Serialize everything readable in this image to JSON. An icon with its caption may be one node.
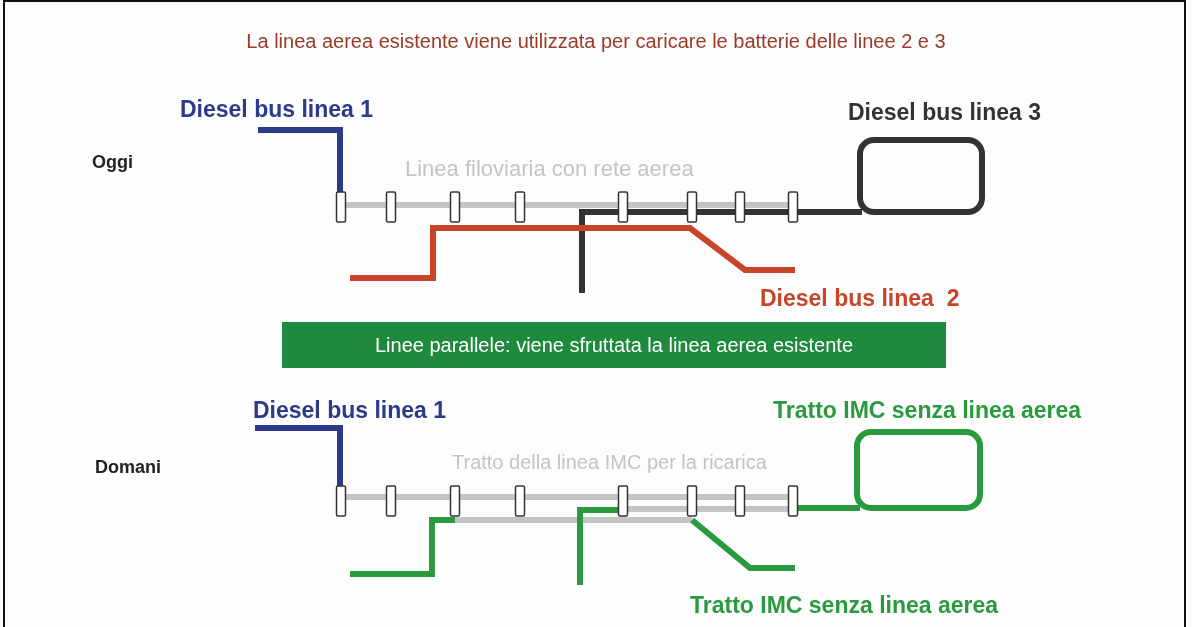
{
  "diagram": {
    "title": "La linea aerea esistente viene utilizzata per caricare le batterie delle linee 2 e 3",
    "nodes": [
      {
        "text": [
          "Linee parallele: viene sfruttata la linea aerea esistente"
        ]
      }
    ],
    "labels": [
      "Diesel bus linea 1",
      "Diesel bus linea 3",
      "Oggi",
      "Linea filoviaria con rete aerea",
      "Diesel bus linea  2",
      "Diesel bus linea 1",
      "Tratto IMC senza linea aerea",
      "Domani",
      "Tratto della linea IMC per la ricarica",
      "Tratto IMC senza linea aerea"
    ]
  }
}
